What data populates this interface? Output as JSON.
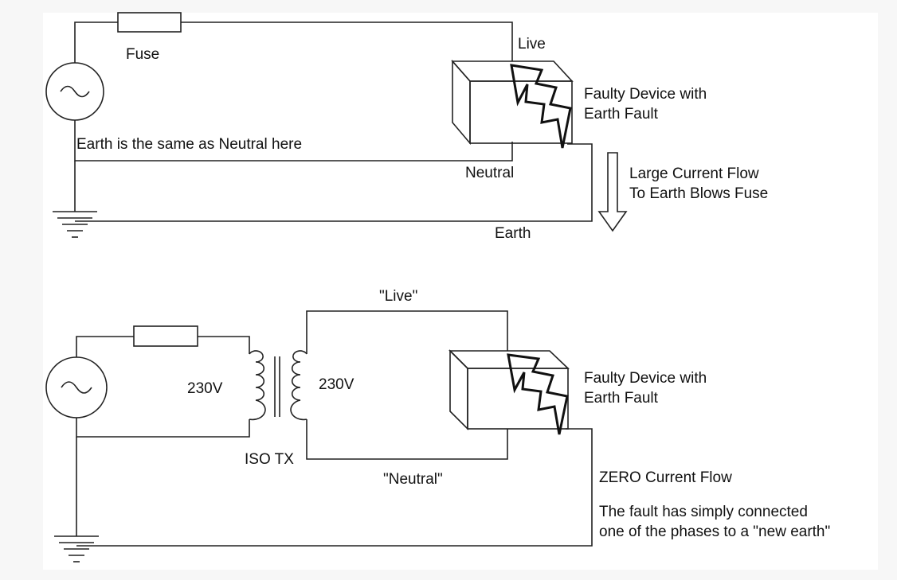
{
  "colors": {
    "background": "#f7f7f7",
    "panel": "#ffffff",
    "line": "#222222",
    "text": "#111111"
  },
  "top_circuit": {
    "fuse_label": "Fuse",
    "live_label": "Live",
    "neutral_label": "Neutral",
    "earth_label": "Earth",
    "earth_neutral_note": "Earth is the same as Neutral here",
    "device_label": [
      "Faulty Device with",
      "Earth Fault"
    ],
    "current_note": [
      "Large Current Flow",
      "To Earth Blows Fuse"
    ]
  },
  "bottom_circuit": {
    "primary_voltage": "230V",
    "secondary_voltage": "230V",
    "transformer_label": "ISO TX",
    "live_label": "\"Live\"",
    "neutral_label": "\"Neutral\"",
    "device_label": [
      "Faulty Device with",
      "Earth Fault"
    ],
    "current_note": "ZERO Current Flow",
    "fault_note": [
      "The fault has simply connected",
      "one of the phases to a \"new earth\""
    ]
  },
  "icons": [
    "ac-source-icon",
    "fuse-icon",
    "ground-icon",
    "lightning-bolt-icon",
    "down-arrow-icon",
    "transformer-coil-icon"
  ]
}
